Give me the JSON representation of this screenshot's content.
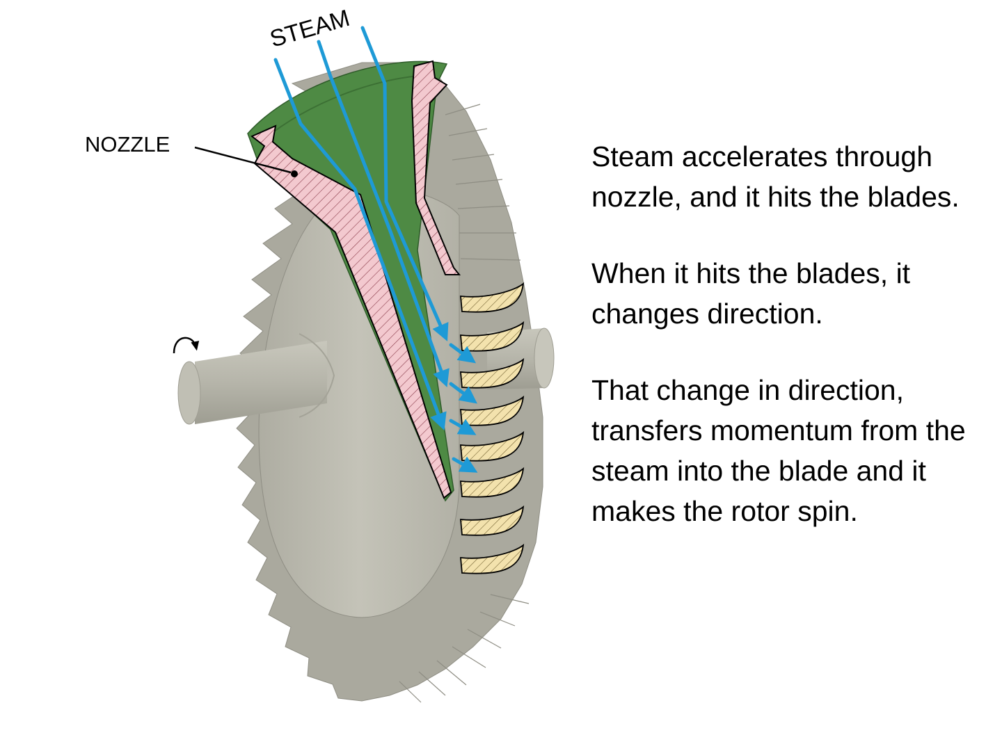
{
  "labels": {
    "steam": "STEAM",
    "nozzle": "NOZZLE"
  },
  "explanation": {
    "p1": "Steam accelerates through nozzle, and it hits the blades.",
    "p2": "When it hits the blades, it changes direction.",
    "p3": "That change in direction, transfers momentum from the steam into the blade and it makes the rotor spin."
  },
  "colors": {
    "steam_flow": "#1e9ad6",
    "nozzle_interior": "#4e8a44",
    "nozzle_wall_section": "#f3c9cf",
    "blade_section": "#f3e2ad",
    "rotor": "#b9b8ad"
  },
  "icons": [
    "rotation-arrow-icon"
  ]
}
